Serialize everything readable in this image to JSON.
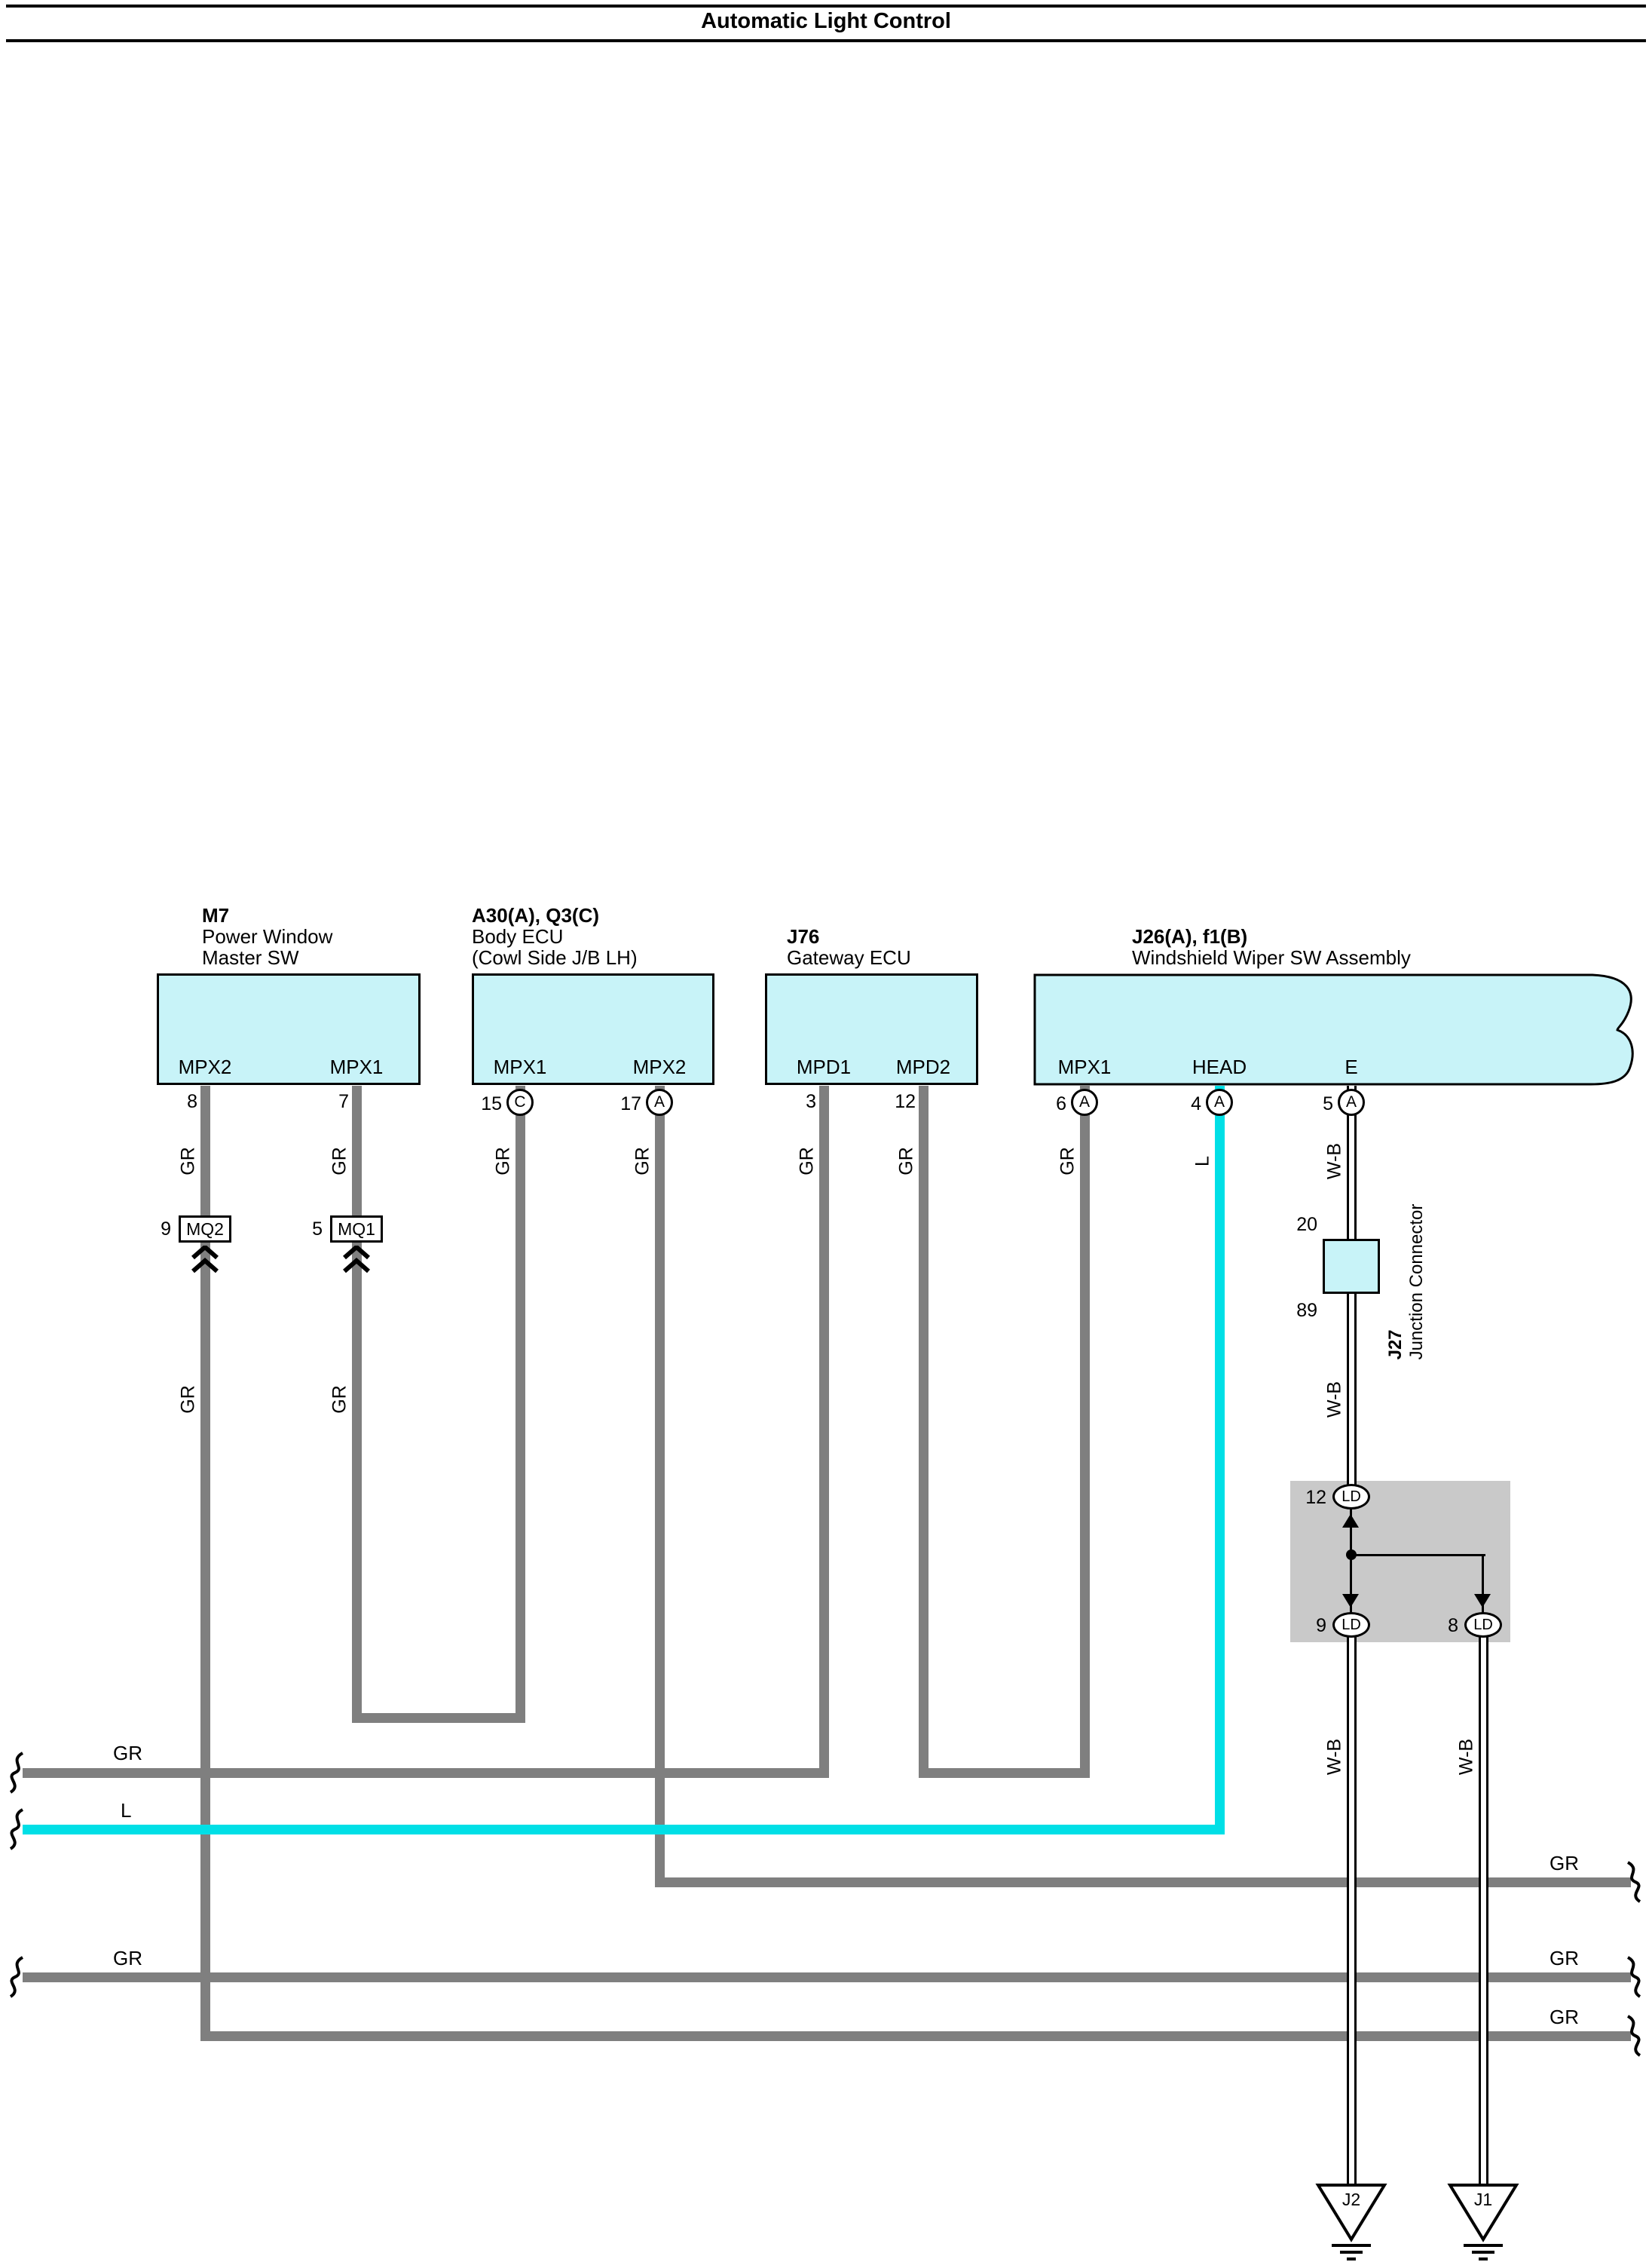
{
  "title": "Automatic Light Control",
  "colors": {
    "component_fill": "#c8f3f8",
    "wire_gray": "#7f7f7f",
    "wire_blue": "#00dfe6",
    "shield_background": "#c9c9c9"
  },
  "components": {
    "m7": {
      "code": "M7",
      "desc1": "Power Window",
      "desc2": "Master SW",
      "pin1_label": "MPX2",
      "pin1_num": "8",
      "pin2_label": "MPX1",
      "pin2_num": "7"
    },
    "body_ecu": {
      "code": "A30(A), Q3(C)",
      "desc1": "Body ECU",
      "desc2": "(Cowl Side J/B LH)",
      "pin1_label": "MPX1",
      "pin1_num": "15",
      "pin1_conn": "C",
      "pin2_label": "MPX2",
      "pin2_num": "17",
      "pin2_conn": "A"
    },
    "gateway": {
      "code": "J76",
      "desc1": "Gateway ECU",
      "pin1_label": "MPD1",
      "pin1_num": "3",
      "pin2_label": "MPD2",
      "pin2_num": "12"
    },
    "wiper": {
      "code": "J26(A), f1(B)",
      "desc1": "Windshield Wiper SW Assembly",
      "pin1_label": "MPX1",
      "pin1_num": "6",
      "pin1_conn": "A",
      "pin2_label": "HEAD",
      "pin2_num": "4",
      "pin2_conn": "A",
      "pin3_label": "E",
      "pin3_num": "5",
      "pin3_conn": "A"
    }
  },
  "connectors": {
    "mq2": {
      "num": "9",
      "label": "MQ2"
    },
    "mq1": {
      "num": "5",
      "label": "MQ1"
    },
    "j27": {
      "pin_top": "20",
      "pin_bottom": "89",
      "code": "J27",
      "name": "Junction Connector"
    },
    "ld_top": {
      "num": "12",
      "label": "LD"
    },
    "ld_bottom_left": {
      "num": "9",
      "label": "LD"
    },
    "ld_bottom_right": {
      "num": "8",
      "label": "LD"
    }
  },
  "wire_labels": {
    "gr": "GR",
    "l": "L",
    "wb": "W-B"
  },
  "grounds": {
    "left": "J2",
    "right": "J1"
  }
}
